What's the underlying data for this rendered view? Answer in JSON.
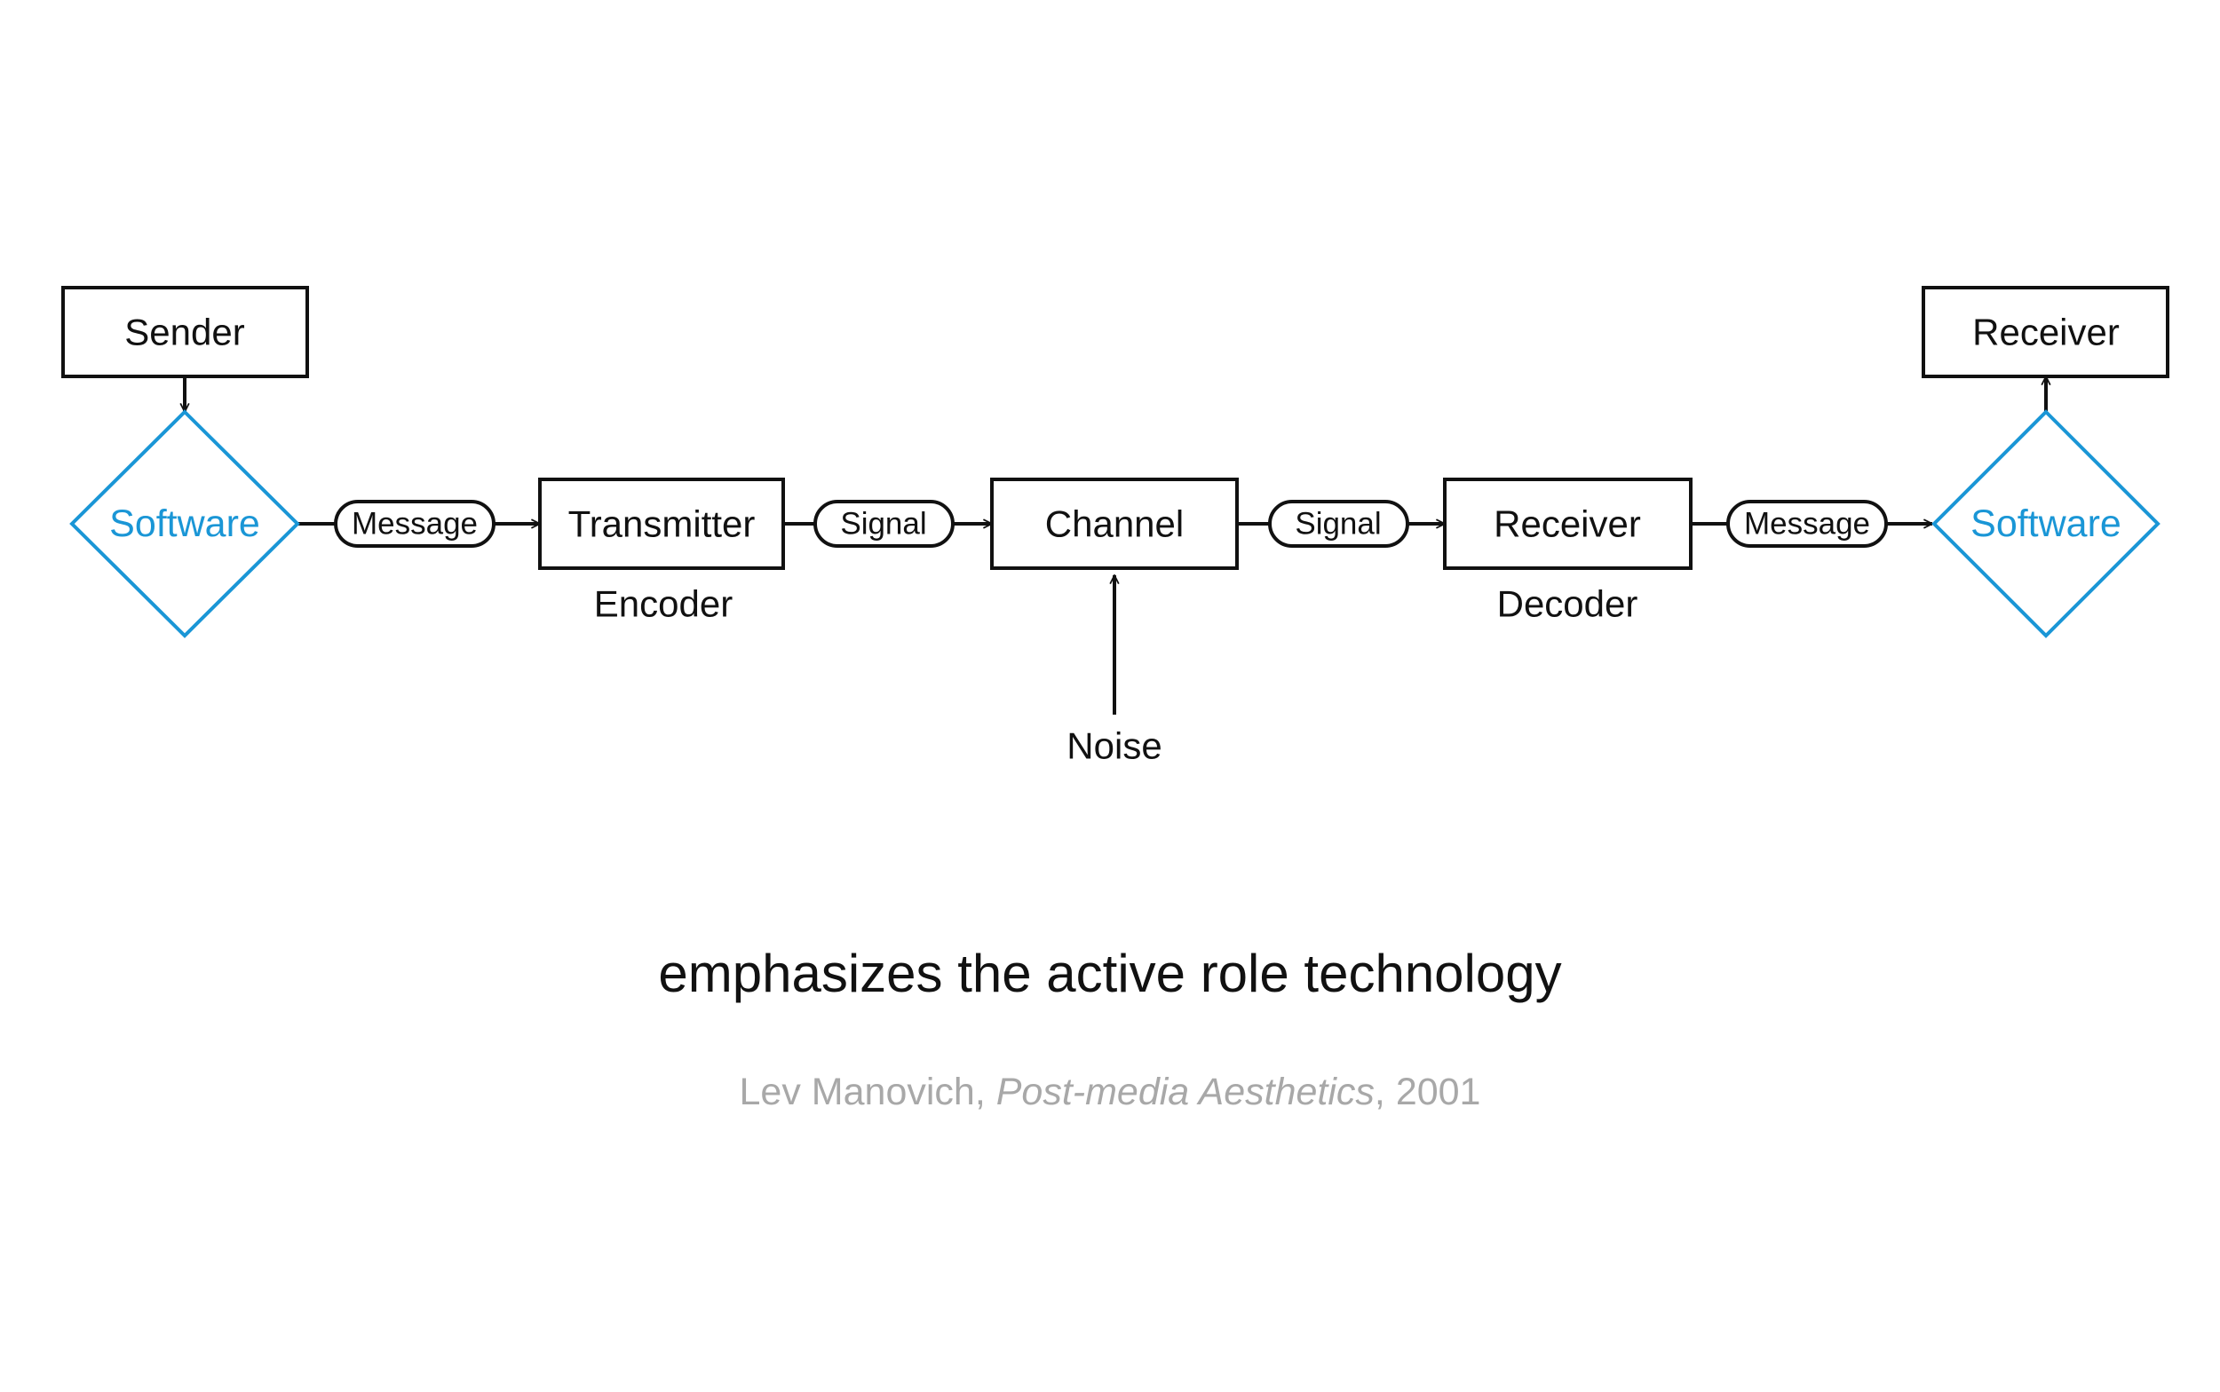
{
  "colors": {
    "accent": "#1a96d6",
    "ink": "#111111",
    "muted": "#a8a8a8",
    "background": "#ffffff"
  },
  "diagram": {
    "sender": "Sender",
    "receiver_top": "Receiver",
    "software_left": "Software",
    "software_right": "Software",
    "message_left": "Message",
    "transmitter": "Transmitter",
    "encoder": "Encoder",
    "signal_left": "Signal",
    "channel": "Channel",
    "signal_right": "Signal",
    "receiver_box": "Receiver",
    "decoder": "Decoder",
    "message_right": "Message",
    "noise": "Noise"
  },
  "caption": "emphasizes the active role technology",
  "citation": {
    "author": "Lev Manovich, ",
    "work": "Post-media Aesthetics",
    "year": ", 2001"
  }
}
